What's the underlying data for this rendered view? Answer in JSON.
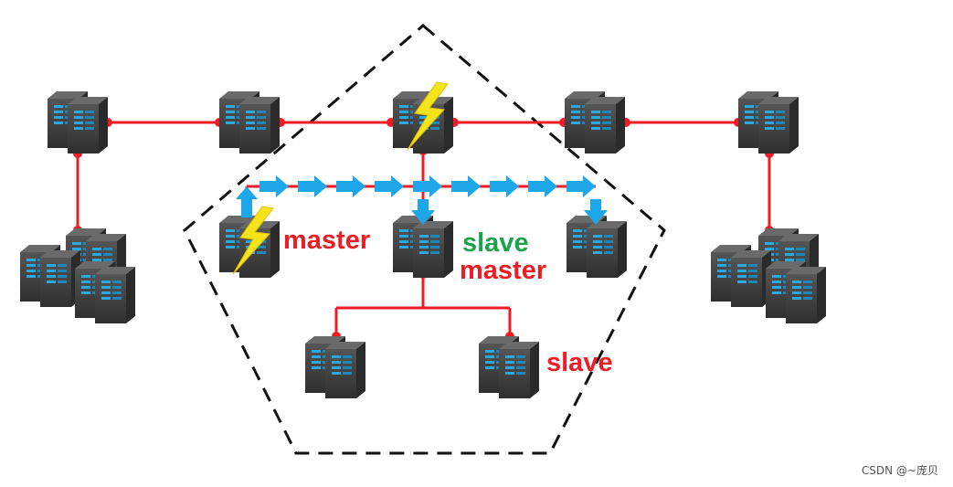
{
  "labels": {
    "master_left": "master",
    "slave_center": "slave",
    "master_center": "master",
    "slave_bottom": "slave"
  },
  "credit": "CSDN @~庞贝",
  "colors": {
    "link": "#ee1c24",
    "arrow": "#1ea7e8",
    "bolt": "#f7e31a",
    "master": "#ee1c24",
    "slave_center": "#1aa34a",
    "slave_bottom": "#ee1c24",
    "boundary": "#111111"
  },
  "icons": {
    "server": "server-rack-icon",
    "fault": "lightning-bolt-icon",
    "replication": "arrow-right-icon"
  }
}
